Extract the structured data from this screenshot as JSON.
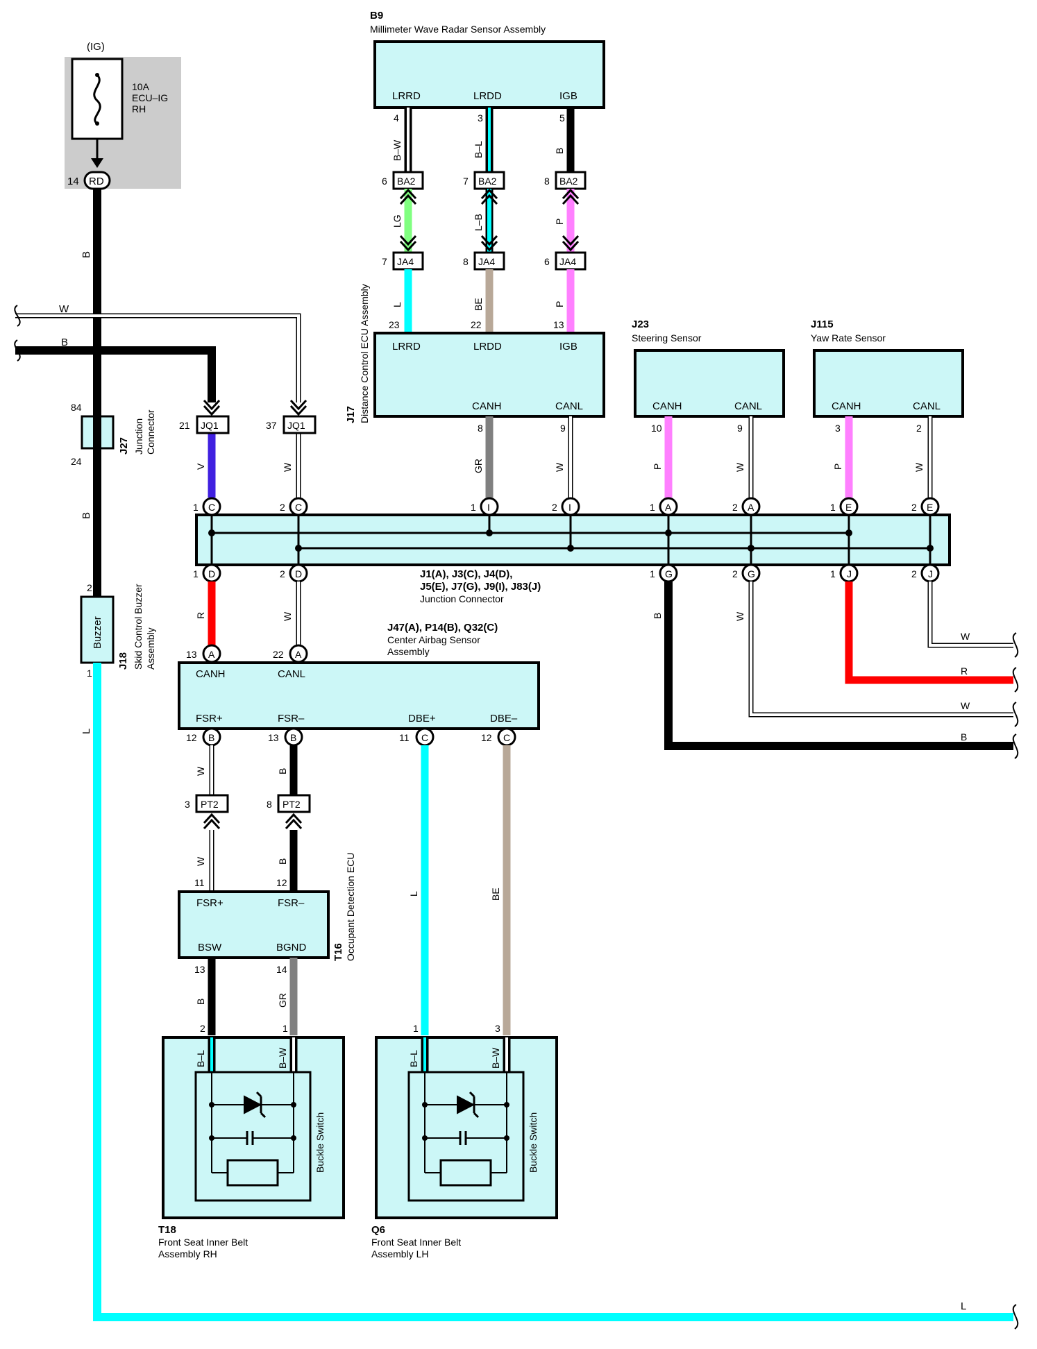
{
  "colors": {
    "B": "#000000",
    "W": "#ffffff",
    "L": "#00ffff",
    "LG": "#80ff80",
    "P": "#ff80ff",
    "BE": "#b8a898",
    "GR": "#808080",
    "V": "#4020e0",
    "R": "#ff0000",
    "box_fill": "#ccf7f7",
    "fuse_bg": "#cccccc"
  },
  "fuse": {
    "ig": "(IG)",
    "amp": "10A",
    "name1": "ECU–IG",
    "name2": "RH",
    "pin": "14",
    "conn": "RD"
  },
  "b9": {
    "code": "B9",
    "name": "Millimeter Wave Radar Sensor Assembly",
    "t1": "LRRD",
    "t2": "LRDD",
    "t3": "IGB",
    "p1": "4",
    "p2": "3",
    "p3": "5"
  },
  "ba2": {
    "tag": "BA2",
    "p1": "6",
    "p2": "7",
    "p3": "8"
  },
  "ja4": {
    "tag": "JA4",
    "p1": "7",
    "p2": "8",
    "p3": "6"
  },
  "j17": {
    "code": "J17",
    "name": "Distance Control ECU Assembly",
    "t1": "LRRD",
    "t2": "LRDD",
    "t3": "IGB",
    "t4": "CANH",
    "t5": "CANL",
    "p1": "23",
    "p2": "22",
    "p3": "13",
    "p4": "8",
    "p5": "9"
  },
  "j23": {
    "code": "J23",
    "name": "Steering Sensor",
    "t1": "CANH",
    "t2": "CANL",
    "p1": "10",
    "p2": "9"
  },
  "j115": {
    "code": "J115",
    "name": "Yaw Rate Sensor",
    "t1": "CANH",
    "t2": "CANL",
    "p1": "3",
    "p2": "2"
  },
  "j27": {
    "code": "J27",
    "name1": "Junction",
    "name2": "Connector",
    "p1": "84",
    "p2": "24"
  },
  "jq1": {
    "tag": "JQ1",
    "p1": "21",
    "p2": "37"
  },
  "junction": {
    "line1": "J1(A), J3(C), J4(D),",
    "line2": "J5(E), J7(G), J9(I), J83(J)",
    "line3": "Junction Connector"
  },
  "j18": {
    "code": "J18",
    "name1": "Skid Control Buzzer",
    "name2": "Assembly",
    "label": "Buzzer",
    "p1": "2",
    "p2": "1"
  },
  "airbag": {
    "line1": "J47(A), P14(B), Q32(C)",
    "line2": "Center Airbag Sensor",
    "line3": "Assembly",
    "t1": "CANH",
    "t2": "CANL",
    "t3": "FSR+",
    "t4": "FSR–",
    "t5": "DBE+",
    "t6": "DBE–",
    "p1": "13",
    "p2": "22",
    "p3": "12",
    "p4": "13",
    "p5": "11",
    "p6": "12"
  },
  "pt2": {
    "tag": "PT2",
    "p1": "3",
    "p2": "8"
  },
  "t16": {
    "code": "T16",
    "name": "Occupant Detection ECU",
    "t1": "FSR+",
    "t2": "FSR–",
    "t3": "BSW",
    "t4": "BGND",
    "p1": "11",
    "p2": "12",
    "p3": "13",
    "p4": "14"
  },
  "t18": {
    "code": "T18",
    "name1": "Front Seat Inner Belt",
    "name2": "Assembly RH",
    "sw": "Buckle Switch",
    "p1": "2",
    "p2": "1"
  },
  "q6": {
    "code": "Q6",
    "name1": "Front Seat Inner Belt",
    "name2": "Assembly LH",
    "sw": "Buckle Switch",
    "p1": "1",
    "p2": "3"
  },
  "wires": {
    "B": "B",
    "W": "W",
    "L": "L",
    "LG": "LG",
    "P": "P",
    "BE": "BE",
    "GR": "GR",
    "V": "V",
    "R": "R",
    "BW": "B–W",
    "BL": "B–L",
    "LB": "L–B"
  },
  "pins": {
    "A": "A",
    "B": "B",
    "C": "C",
    "D": "D",
    "E": "E",
    "G": "G",
    "I": "I",
    "J": "J",
    "n1": "1",
    "n2": "2"
  }
}
